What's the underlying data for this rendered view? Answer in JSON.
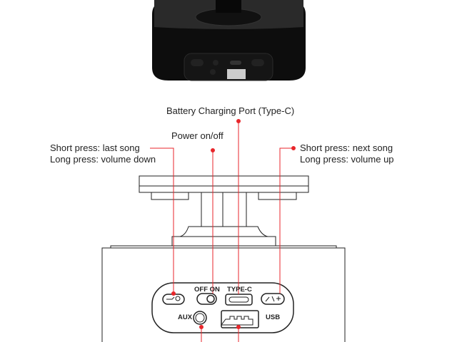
{
  "callouts": {
    "charging_port": "Battery Charging Port (Type-C)",
    "power": "Power on/off",
    "left_button": [
      "Short press: last song",
      "Long press: volume down"
    ],
    "right_button": [
      "Short press: next song",
      "Long press: volume up"
    ]
  },
  "panel_labels": {
    "switch": "OFF ON",
    "typec": "TYPE-C",
    "aux": "AUX",
    "usb": "USB"
  },
  "colors": {
    "callout_line": "#e8262b",
    "outline": "#222222",
    "speaker": "#111111"
  }
}
